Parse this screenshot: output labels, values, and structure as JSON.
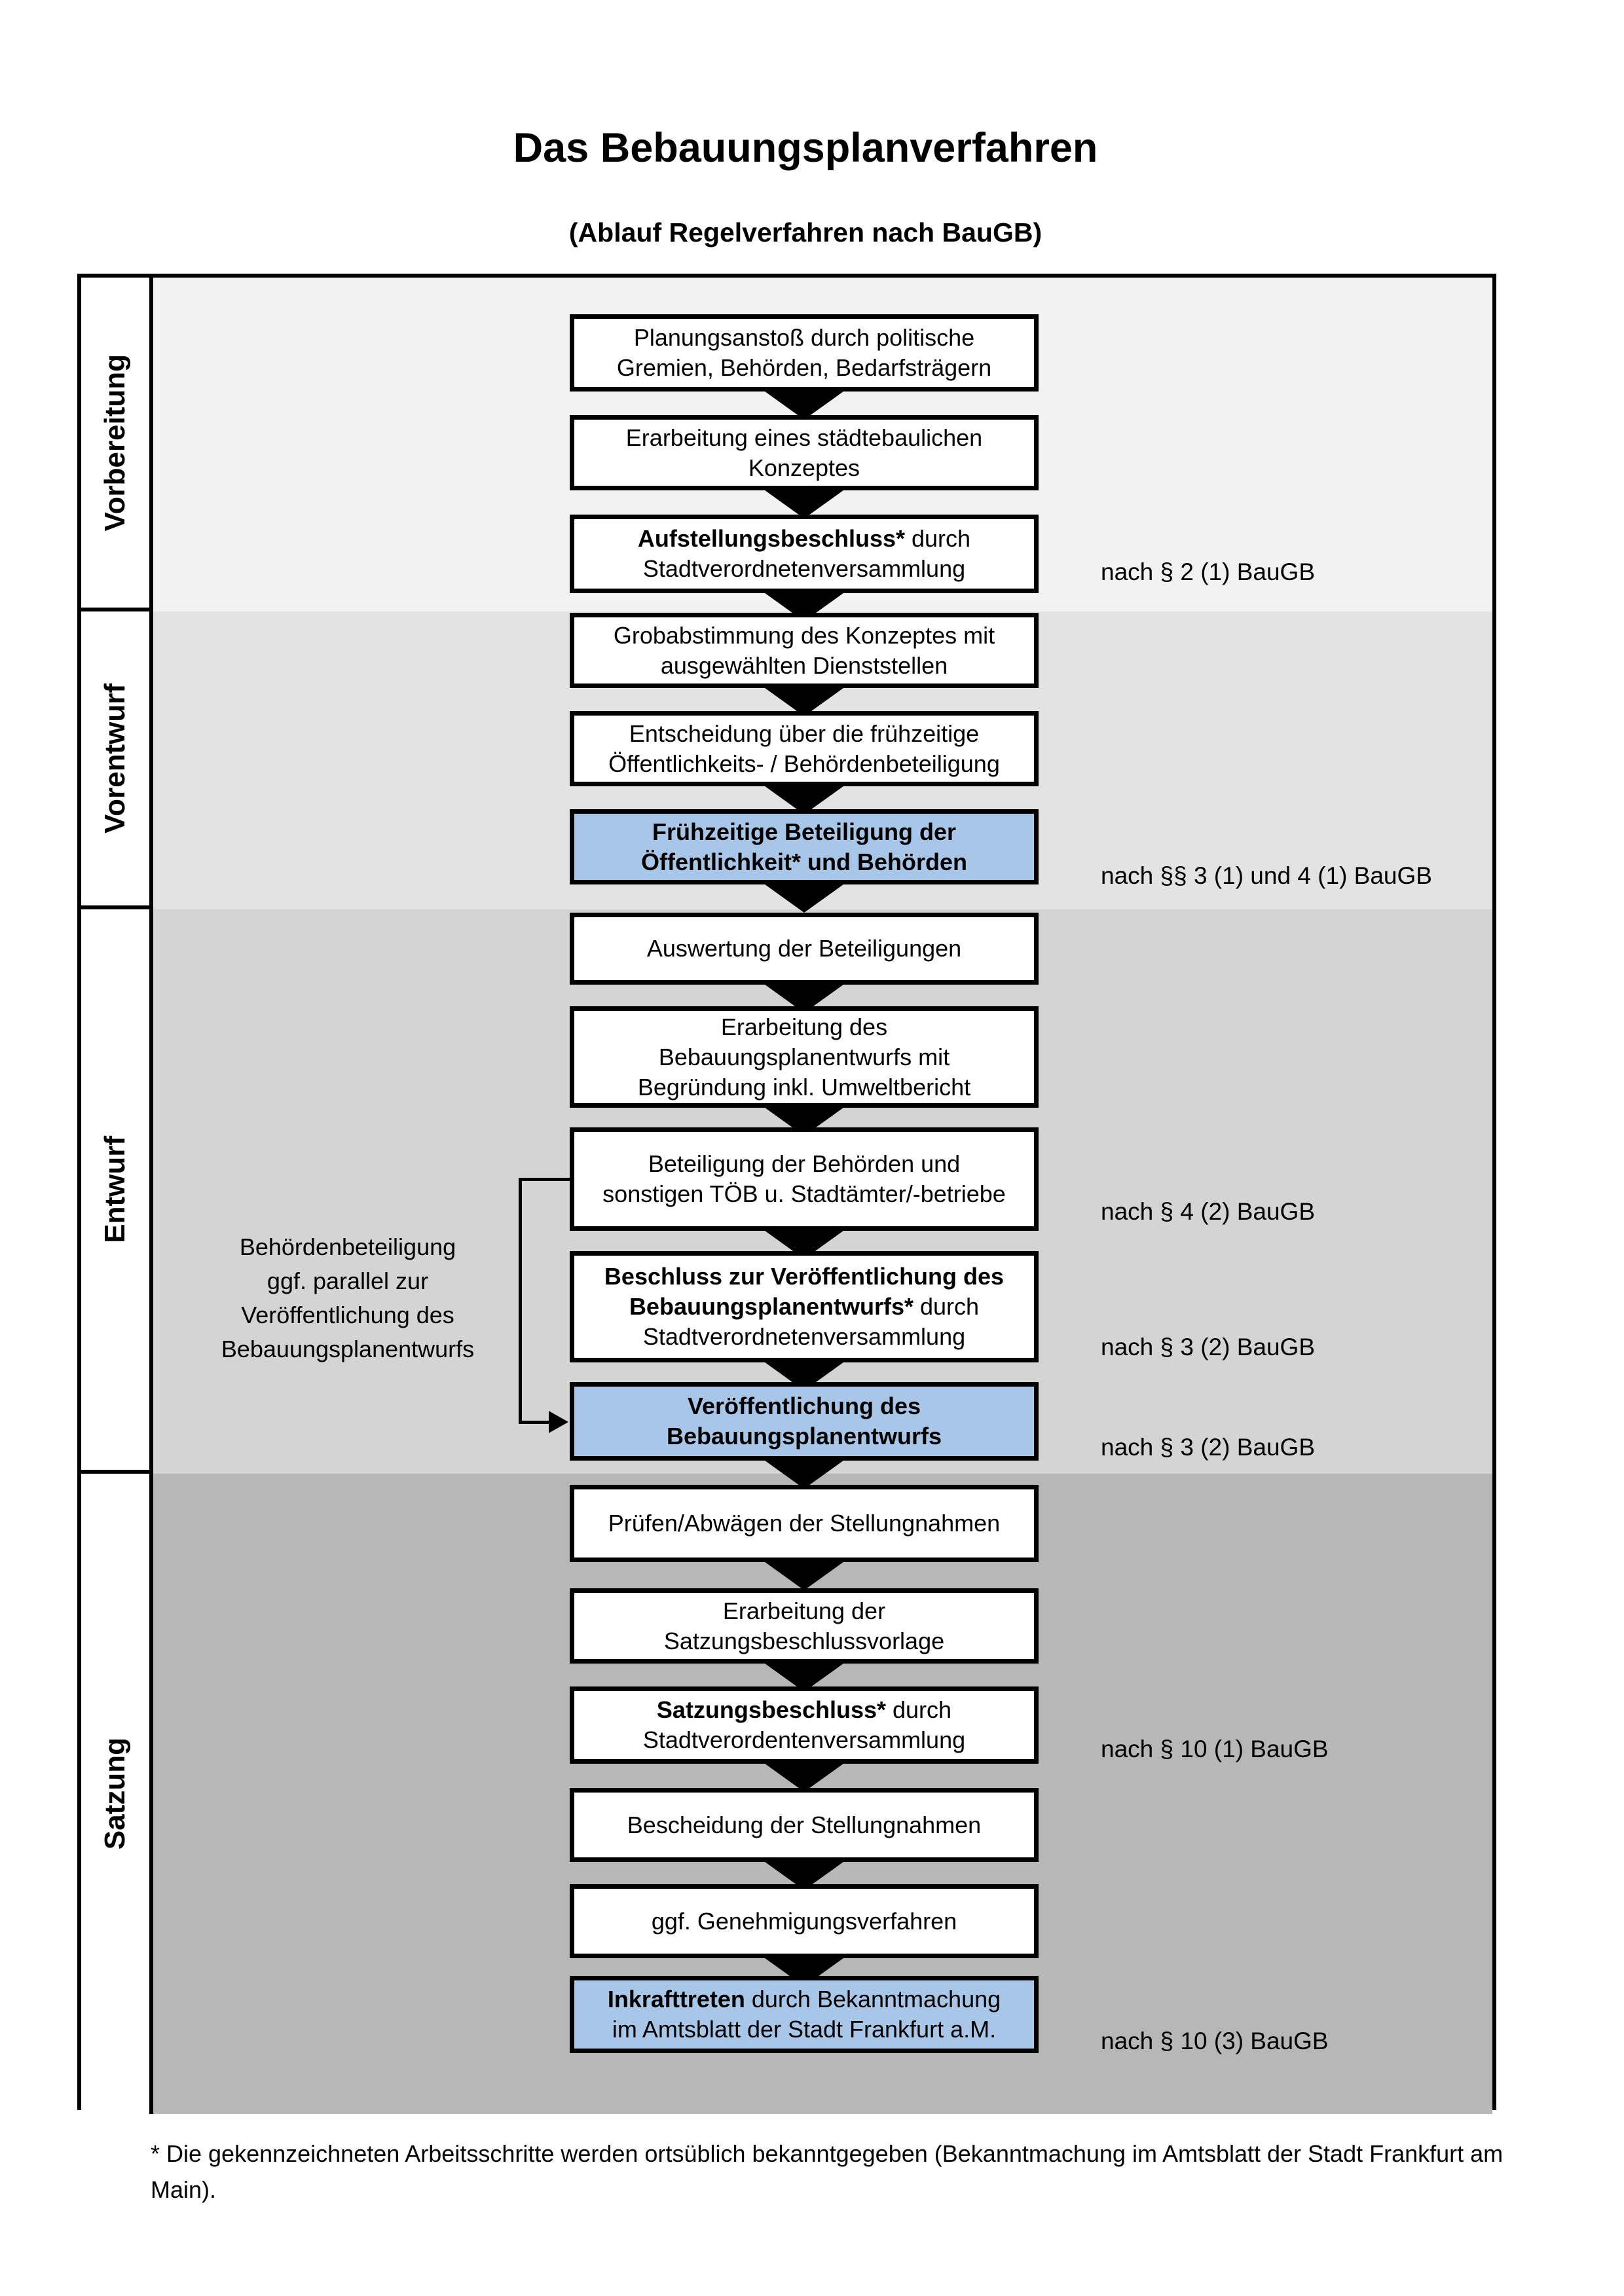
{
  "title": "Das Bebauungsplanverfahren",
  "subtitle": "(Ablauf Regelverfahren nach BauGB)",
  "colors": {
    "highlight_blue": "#a8c6e8",
    "border_black": "#000000",
    "phase_band_colors": [
      "#f2f2f2",
      "#e3e3e3",
      "#d4d4d4",
      "#b7b7b7"
    ]
  },
  "phases": [
    {
      "label": "Vorbereitung"
    },
    {
      "label": "Vorentwurf"
    },
    {
      "label": "Entwurf"
    },
    {
      "label": "Satzung"
    }
  ],
  "steps": [
    {
      "bold": "",
      "text": "Planungsanstoß durch politische\nGremien, Behörden, Bedarfsträgern",
      "highlighted": false,
      "reference": ""
    },
    {
      "bold": "",
      "text": "Erarbeitung eines städtebaulichen\nKonzeptes",
      "highlighted": false,
      "reference": ""
    },
    {
      "bold": "Aufstellungsbeschluss*",
      "text": " durch\nStadtverordnetenversammlung",
      "highlighted": false,
      "reference": "nach § 2 (1) BauGB"
    },
    {
      "bold": "",
      "text": "Grobabstimmung des Konzeptes mit\nausgewählten Dienststellen",
      "highlighted": false,
      "reference": ""
    },
    {
      "bold": "",
      "text": "Entscheidung über die frühzeitige\nÖffentlichkeits- / Behördenbeteiligung",
      "highlighted": false,
      "reference": ""
    },
    {
      "bold": "Frühzeitige Beteiligung der\nÖffentlichkeit* und Behörden",
      "text": "",
      "highlighted": true,
      "reference": "nach §§ 3 (1) und 4 (1) BauGB"
    },
    {
      "bold": "",
      "text": "Auswertung der Beteiligungen",
      "highlighted": false,
      "reference": ""
    },
    {
      "bold": "",
      "text": "Erarbeitung des\nBebauungsplanentwurfs mit\nBegründung inkl. Umweltbericht",
      "highlighted": false,
      "reference": ""
    },
    {
      "bold": "",
      "text": "Beteiligung der Behörden und\nsonstigen TÖB u. Stadtämter/-betriebe",
      "highlighted": false,
      "reference": "nach § 4 (2) BauGB"
    },
    {
      "bold": "Beschluss zur Veröffentlichung des\nBebauungsplanentwurfs*",
      "text": " durch\nStadtverordnetenversammlung",
      "highlighted": false,
      "reference": "nach § 3 (2) BauGB"
    },
    {
      "bold": "Veröffentlichung des\nBebauungsplanentwurfs",
      "text": "",
      "highlighted": true,
      "reference": "nach § 3 (2) BauGB"
    },
    {
      "bold": "",
      "text": "Prüfen/Abwägen der Stellungnahmen",
      "highlighted": false,
      "reference": ""
    },
    {
      "bold": "",
      "text": "Erarbeitung der\nSatzungsbeschlussvorlage",
      "highlighted": false,
      "reference": ""
    },
    {
      "bold": "Satzungsbeschluss*",
      "text": " durch\nStadtverordentenversammlung",
      "highlighted": false,
      "reference": "nach § 10 (1) BauGB"
    },
    {
      "bold": "",
      "text": "Bescheidung der Stellungnahmen",
      "highlighted": false,
      "reference": ""
    },
    {
      "bold": "",
      "text": "ggf. Genehmigungsverfahren",
      "highlighted": false,
      "reference": ""
    },
    {
      "bold": "Inkrafttreten",
      "text": " durch Bekanntmachung\nim Amtsblatt der Stadt Frankfurt a.M.",
      "highlighted": true,
      "reference": "nach § 10 (3) BauGB"
    }
  ],
  "annotation": {
    "text": "Behördenbeteiligung\nggf. parallel zur\nVeröffentlichung des\nBebauungsplanentwurfs"
  },
  "footnote": "* Die gekennzeichneten Arbeitsschritte werden ortsüblich bekanntgegeben (Bekanntmachung im Amtsblatt  der Stadt Frankfurt am Main)."
}
